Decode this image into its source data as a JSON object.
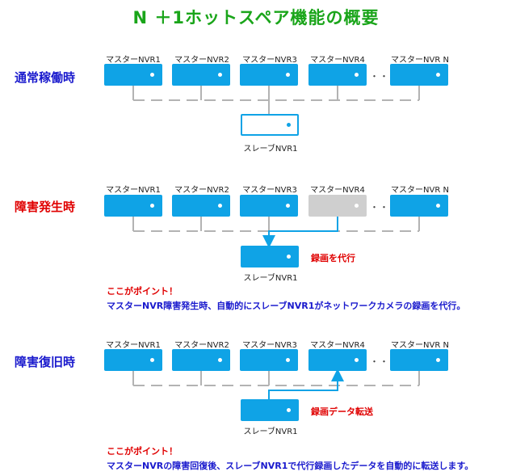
{
  "title": "N ＋1ホットスペア機能の概要",
  "masters": [
    "マスターNVR1",
    "マスターNVR2",
    "マスターNVR3",
    "マスターNVR4",
    "マスターNVR N"
  ],
  "ellipsis": "・・・・",
  "spare_label": "スレーブNVR1",
  "sections": {
    "normal": {
      "label": "通常稼働時"
    },
    "failure": {
      "label": "障害発生時",
      "action": "録画を代行",
      "note_head": "ここがポイント！",
      "note_body": "マスターNVR障害発生時、自動的にスレーブNVR1がネットワークカメラの録画を代行。"
    },
    "recovery": {
      "label": "障害復旧時",
      "action": "録画データ転送",
      "note_head": "ここがポイント！",
      "note_body": "マスターNVRの障害回復後、スレーブNVR1で代行録画したデータを自動的に転送します。"
    }
  },
  "colors": {
    "title": "#1aa51a",
    "nvr_box": "#0fa3e6",
    "failed_box": "#cfcfcf",
    "label_blue": "#1a1acd",
    "label_red": "#e00000",
    "bus_line": "#b3b3b3"
  }
}
